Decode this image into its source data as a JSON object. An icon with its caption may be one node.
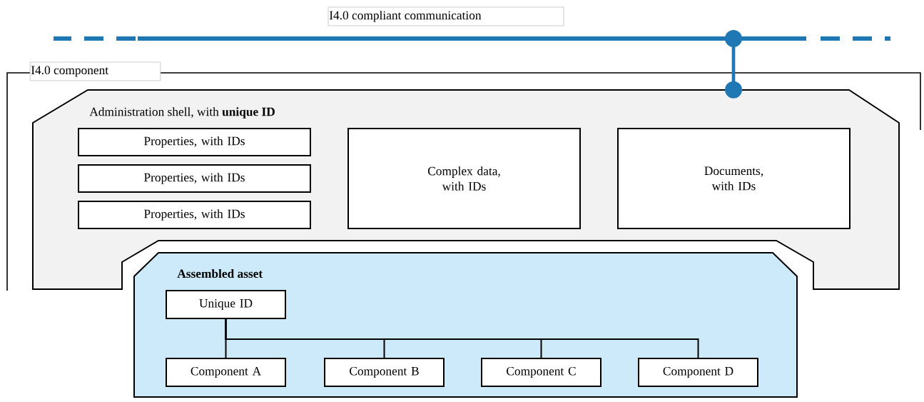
{
  "diagram": {
    "nodes": [
      {
        "text": [
          "I4.0 compliant communication"
        ]
      },
      {
        "text": [],
        "shape": "bar"
      },
      {
        "text": [
          "I4.0 component"
        ]
      },
      {
        "text": [
          "Administration shell, with **unique ID**"
        ],
        "in": 2
      },
      {
        "text": [
          "Properties, with IDs"
        ],
        "in": 3
      },
      {
        "text": [
          "Properties, with IDs"
        ],
        "in": 3
      },
      {
        "text": [
          "Properties, with IDs"
        ],
        "in": 3
      },
      {
        "text": [
          "Complex data, with IDs"
        ],
        "in": 3
      },
      {
        "text": [
          "Documents, with IDs"
        ],
        "in": 3
      },
      {
        "text": [
          "Assembled asset"
        ]
      },
      {
        "text": [
          "Unique ID"
        ],
        "in": 9
      },
      {
        "text": [
          "Component A"
        ],
        "in": 9
      },
      {
        "text": [
          "Component B"
        ],
        "in": 9
      },
      {
        "text": [
          "Component C"
        ],
        "in": 9
      },
      {
        "text": [
          "Component D"
        ],
        "in": 9
      }
    ],
    "edges": [
      {
        "from": 1,
        "to": 3,
        "arrow": "other",
        "style": "thick",
        "color": "#1f77b4"
      },
      {
        "from": 10,
        "to": 11,
        "arrow": "none"
      },
      {
        "from": 10,
        "to": 12,
        "arrow": "none"
      },
      {
        "from": 10,
        "to": 13,
        "arrow": "none"
      },
      {
        "from": 10,
        "to": 14,
        "arrow": "none"
      }
    ]
  }
}
